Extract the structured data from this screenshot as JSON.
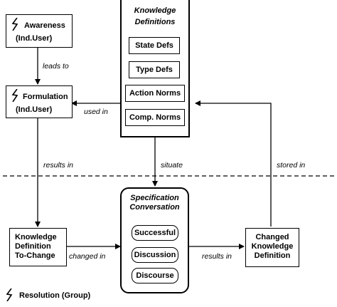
{
  "nodes": {
    "awareness": {
      "line1": "Awareness",
      "line2": "(Ind.User)"
    },
    "formulation": {
      "line1": "Formulation",
      "line2": "(Ind.User)"
    },
    "knowledge_definitions": {
      "title_line1": "Knowledge",
      "title_line2": "Definitions",
      "items": [
        "State Defs",
        "Type Defs",
        "Action Norms",
        "Comp. Norms"
      ]
    },
    "kd_to_change": {
      "line1": "Knowledge",
      "line2": "Definition",
      "line3": "To-Change"
    },
    "spec_conversation": {
      "title_line1": "Specification",
      "title_line2": "Conversation",
      "items": [
        "Successful",
        "Discussion",
        "Discourse"
      ]
    },
    "changed_kd": {
      "line1": "Changed",
      "line2": "Knowledge",
      "line3": "Definition"
    }
  },
  "edges": {
    "leads_to": "leads to",
    "used_in": "used in",
    "results_in_left": "results in",
    "situate": "situate",
    "stored_in": "stored in",
    "changed_in": "changed in",
    "results_in_right": "results in"
  },
  "legend": {
    "resolution": "Resolution (Group)"
  },
  "colors": {
    "line": "#000000",
    "background": "#ffffff"
  }
}
